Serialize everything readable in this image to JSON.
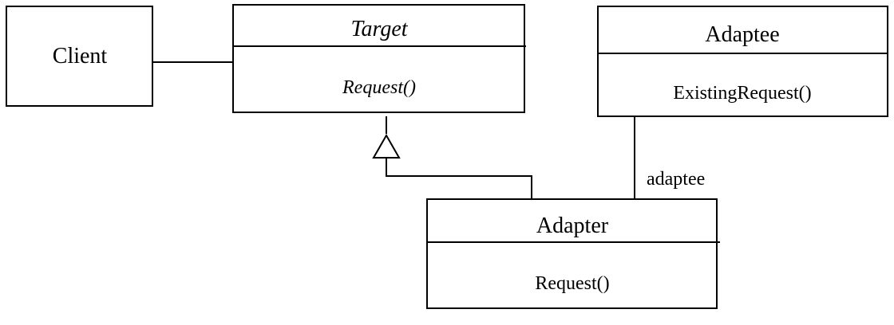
{
  "client": {
    "name": "Client"
  },
  "target": {
    "name": "Target",
    "method": "Request()"
  },
  "adaptee": {
    "name": "Adaptee",
    "method": "ExistingRequest()"
  },
  "adapter": {
    "name": "Adapter",
    "method": "Request()"
  },
  "association": {
    "role_label": "adaptee"
  }
}
